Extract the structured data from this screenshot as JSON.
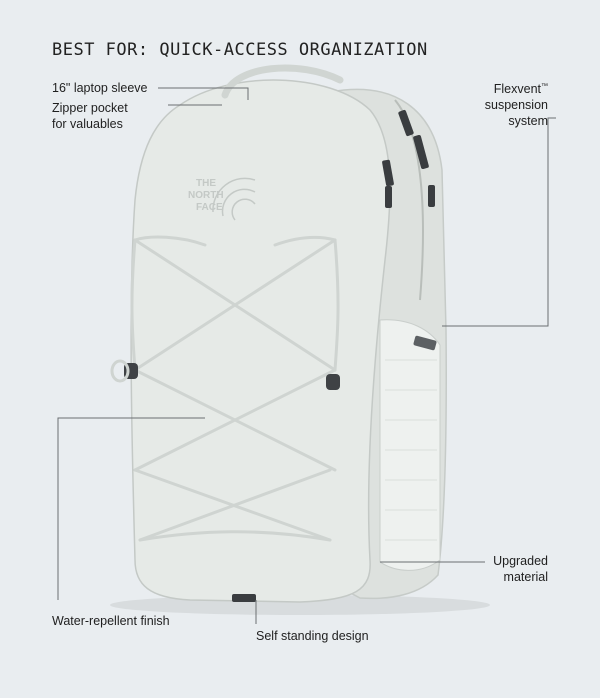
{
  "heading": "BEST FOR: QUICK-ACCESS ORGANIZATION",
  "callouts": {
    "laptop_sleeve": "16\" laptop sleeve",
    "zipper_pocket": "Zipper pocket\nfor valuables",
    "flexvent_name": "Flexvent",
    "flexvent_tm": "™",
    "flexvent_rest": "suspension\nsystem",
    "upgraded_material": "Upgraded\nmaterial",
    "water_repellent": "Water-repellent finish",
    "self_standing": "Self standing design"
  },
  "logo_text": [
    "THE",
    "NORTH",
    "FACE"
  ],
  "colors": {
    "background": "#e9edf0",
    "bag_body": "#e4e8e5",
    "bag_shadow": "#c9cecb",
    "cord": "#d2d6d4",
    "zipper": "#3a3d40",
    "leader_line": "#6b6f72"
  }
}
